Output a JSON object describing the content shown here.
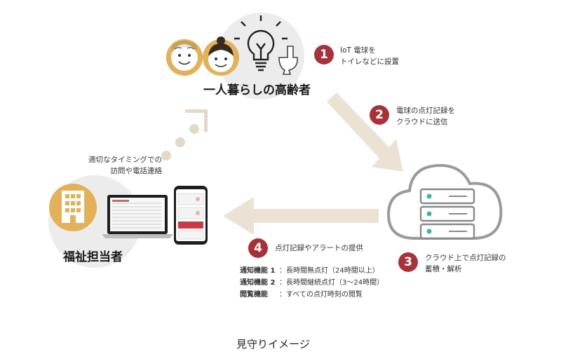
{
  "elderly_label": "一人暮らしの高齢者",
  "welfare_label": "福祉担当者",
  "steps": [
    {
      "num": "1",
      "lines": [
        "IoT 電球を",
        "トイレなどに設置"
      ]
    },
    {
      "num": "2",
      "lines": [
        "電球の点灯記録を",
        "クラウドに送信"
      ]
    },
    {
      "num": "3",
      "lines": [
        "クラウド上で点灯記録の",
        "蓄積・解析"
      ]
    },
    {
      "num": "4",
      "lines": [
        "点灯記録やアラートの提供"
      ]
    }
  ],
  "visit_note": [
    "適切なタイミングでの",
    "訪問や電話連絡"
  ],
  "features": [
    {
      "name": "通知機能 1",
      "sep": "：",
      "desc": "長時間無点灯（24時間以上）"
    },
    {
      "name": "通知機能 2",
      "sep": "：",
      "desc": "長時間継続点灯（3～24時間）"
    },
    {
      "name": "閲覧機能",
      "sep": "：",
      "desc": "すべての点灯時刻の閲覧"
    }
  ],
  "caption": "見守りイメージ",
  "colors": {
    "accent": "#a8323a",
    "arrow": "#ebe2d4",
    "circle_bg": "#ececec",
    "face": "#e2b15a",
    "dots": "#e3d9c8",
    "server": "#8a8a8a",
    "led": "#3fb59c"
  },
  "icons": [
    "elderly-man-icon",
    "elderly-woman-icon",
    "lightbulb-icon",
    "toilet-icon",
    "building-icon",
    "laptop-icon",
    "smartphone-icon",
    "cloud-server-icon"
  ]
}
